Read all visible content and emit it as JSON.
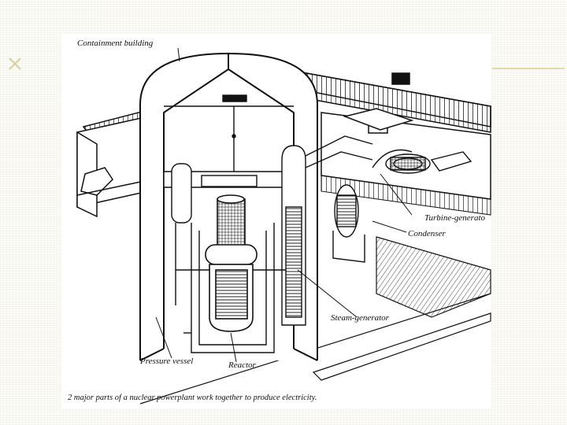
{
  "slide": {
    "decoration_icon": "x-mark-icon",
    "accent_color": "#e3d9a6"
  },
  "diagram": {
    "labels": {
      "containment": "Containment building",
      "turbine": "Turbine-generato",
      "condenser": "Condenser",
      "steam_generator": "Steam-generator",
      "pressure_vessel": "Pressure vessel",
      "reactor": "Reactor"
    },
    "caption": "2 major parts of a nuclear powerplant work together to produce electricity."
  }
}
